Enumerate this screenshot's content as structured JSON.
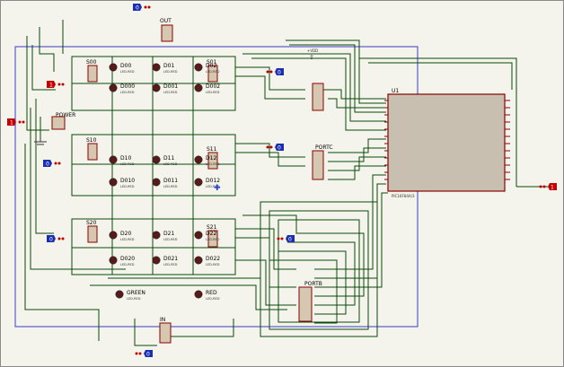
{
  "colors": {
    "sheet": "#f4f4ec",
    "wire": "#0a4a0a",
    "border": "#3a3ac8",
    "component": "#8b0000",
    "led": "#5a1a1a",
    "pin_blue": "#1a2fb0",
    "pin_red": "#c00000",
    "chip": "#c8bfb0"
  },
  "labels": {
    "out": "OUT",
    "in": "IN",
    "power": "POWER",
    "portc": "PORTC",
    "portb": "PORTB",
    "u1": "U1",
    "u1_part": "PIC16F84A/3"
  },
  "switches": [
    {
      "name": "S00",
      "ref": "S00"
    },
    {
      "name": "S01",
      "ref": "S01"
    },
    {
      "name": "S10",
      "ref": "S10"
    },
    {
      "name": "S11",
      "ref": "S11"
    },
    {
      "name": "S20",
      "ref": "S20"
    },
    {
      "name": "S21",
      "ref": "S21"
    }
  ],
  "leds": {
    "row0": [
      "D00",
      "D01",
      "D02",
      "D000",
      "D001",
      "D002"
    ],
    "row1": [
      "D10",
      "D11",
      "D12",
      "D010",
      "D011",
      "D012"
    ],
    "row2": [
      "D20",
      "D21",
      "D22",
      "D020",
      "D021",
      "D022"
    ],
    "extra": [
      "GREEN",
      "RED"
    ]
  },
  "led_part": "LED-RED",
  "pins": {
    "out_value": "0",
    "left_value": "0",
    "mid1_value": "0",
    "mid2_value": "0",
    "bot_left_value": "0",
    "bot_mid_value": "0",
    "in_value": "0",
    "power_value": "1",
    "s00_value": "1",
    "right_value": "1"
  }
}
